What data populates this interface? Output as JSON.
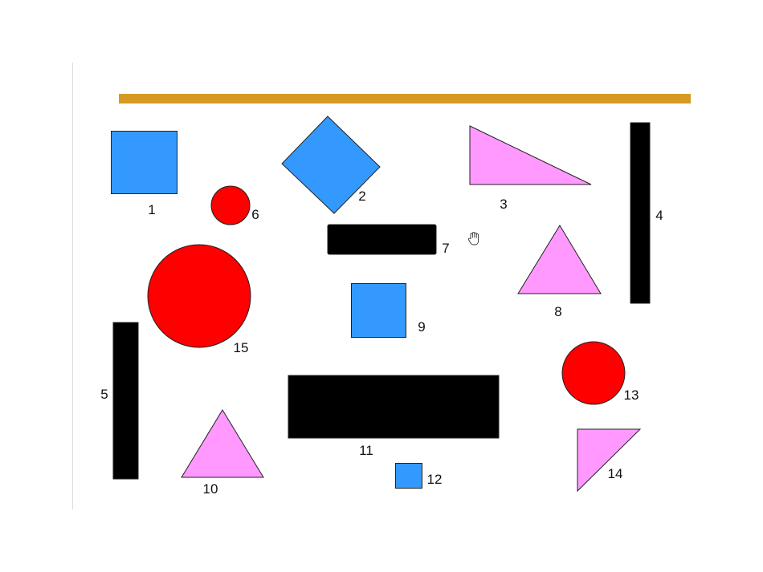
{
  "colors": {
    "background": "#FFFFFF",
    "accent_bar": "#D69A22",
    "divider": "#DDDDDD",
    "outline": "#222222"
  },
  "shapes": [
    {
      "label": "1",
      "fill": "#3399FF"
    },
    {
      "label": "2",
      "fill": "#3399FF"
    },
    {
      "label": "3",
      "fill": "#FF99FF"
    },
    {
      "label": "4",
      "fill": "#000000"
    },
    {
      "label": "5",
      "fill": "#000000"
    },
    {
      "label": "6",
      "fill": "#FF0000"
    },
    {
      "label": "7",
      "fill": "#000000"
    },
    {
      "label": "8",
      "fill": "#FF99FF"
    },
    {
      "label": "9",
      "fill": "#3399FF"
    },
    {
      "label": "10",
      "fill": "#FF99FF"
    },
    {
      "label": "11",
      "fill": "#000000"
    },
    {
      "label": "12",
      "fill": "#3399FF"
    },
    {
      "label": "13",
      "fill": "#FF0000"
    },
    {
      "label": "14",
      "fill": "#FF99FF"
    },
    {
      "label": "15",
      "fill": "#FF0000"
    }
  ],
  "cursor": {
    "icon": "hand-cursor-icon"
  }
}
